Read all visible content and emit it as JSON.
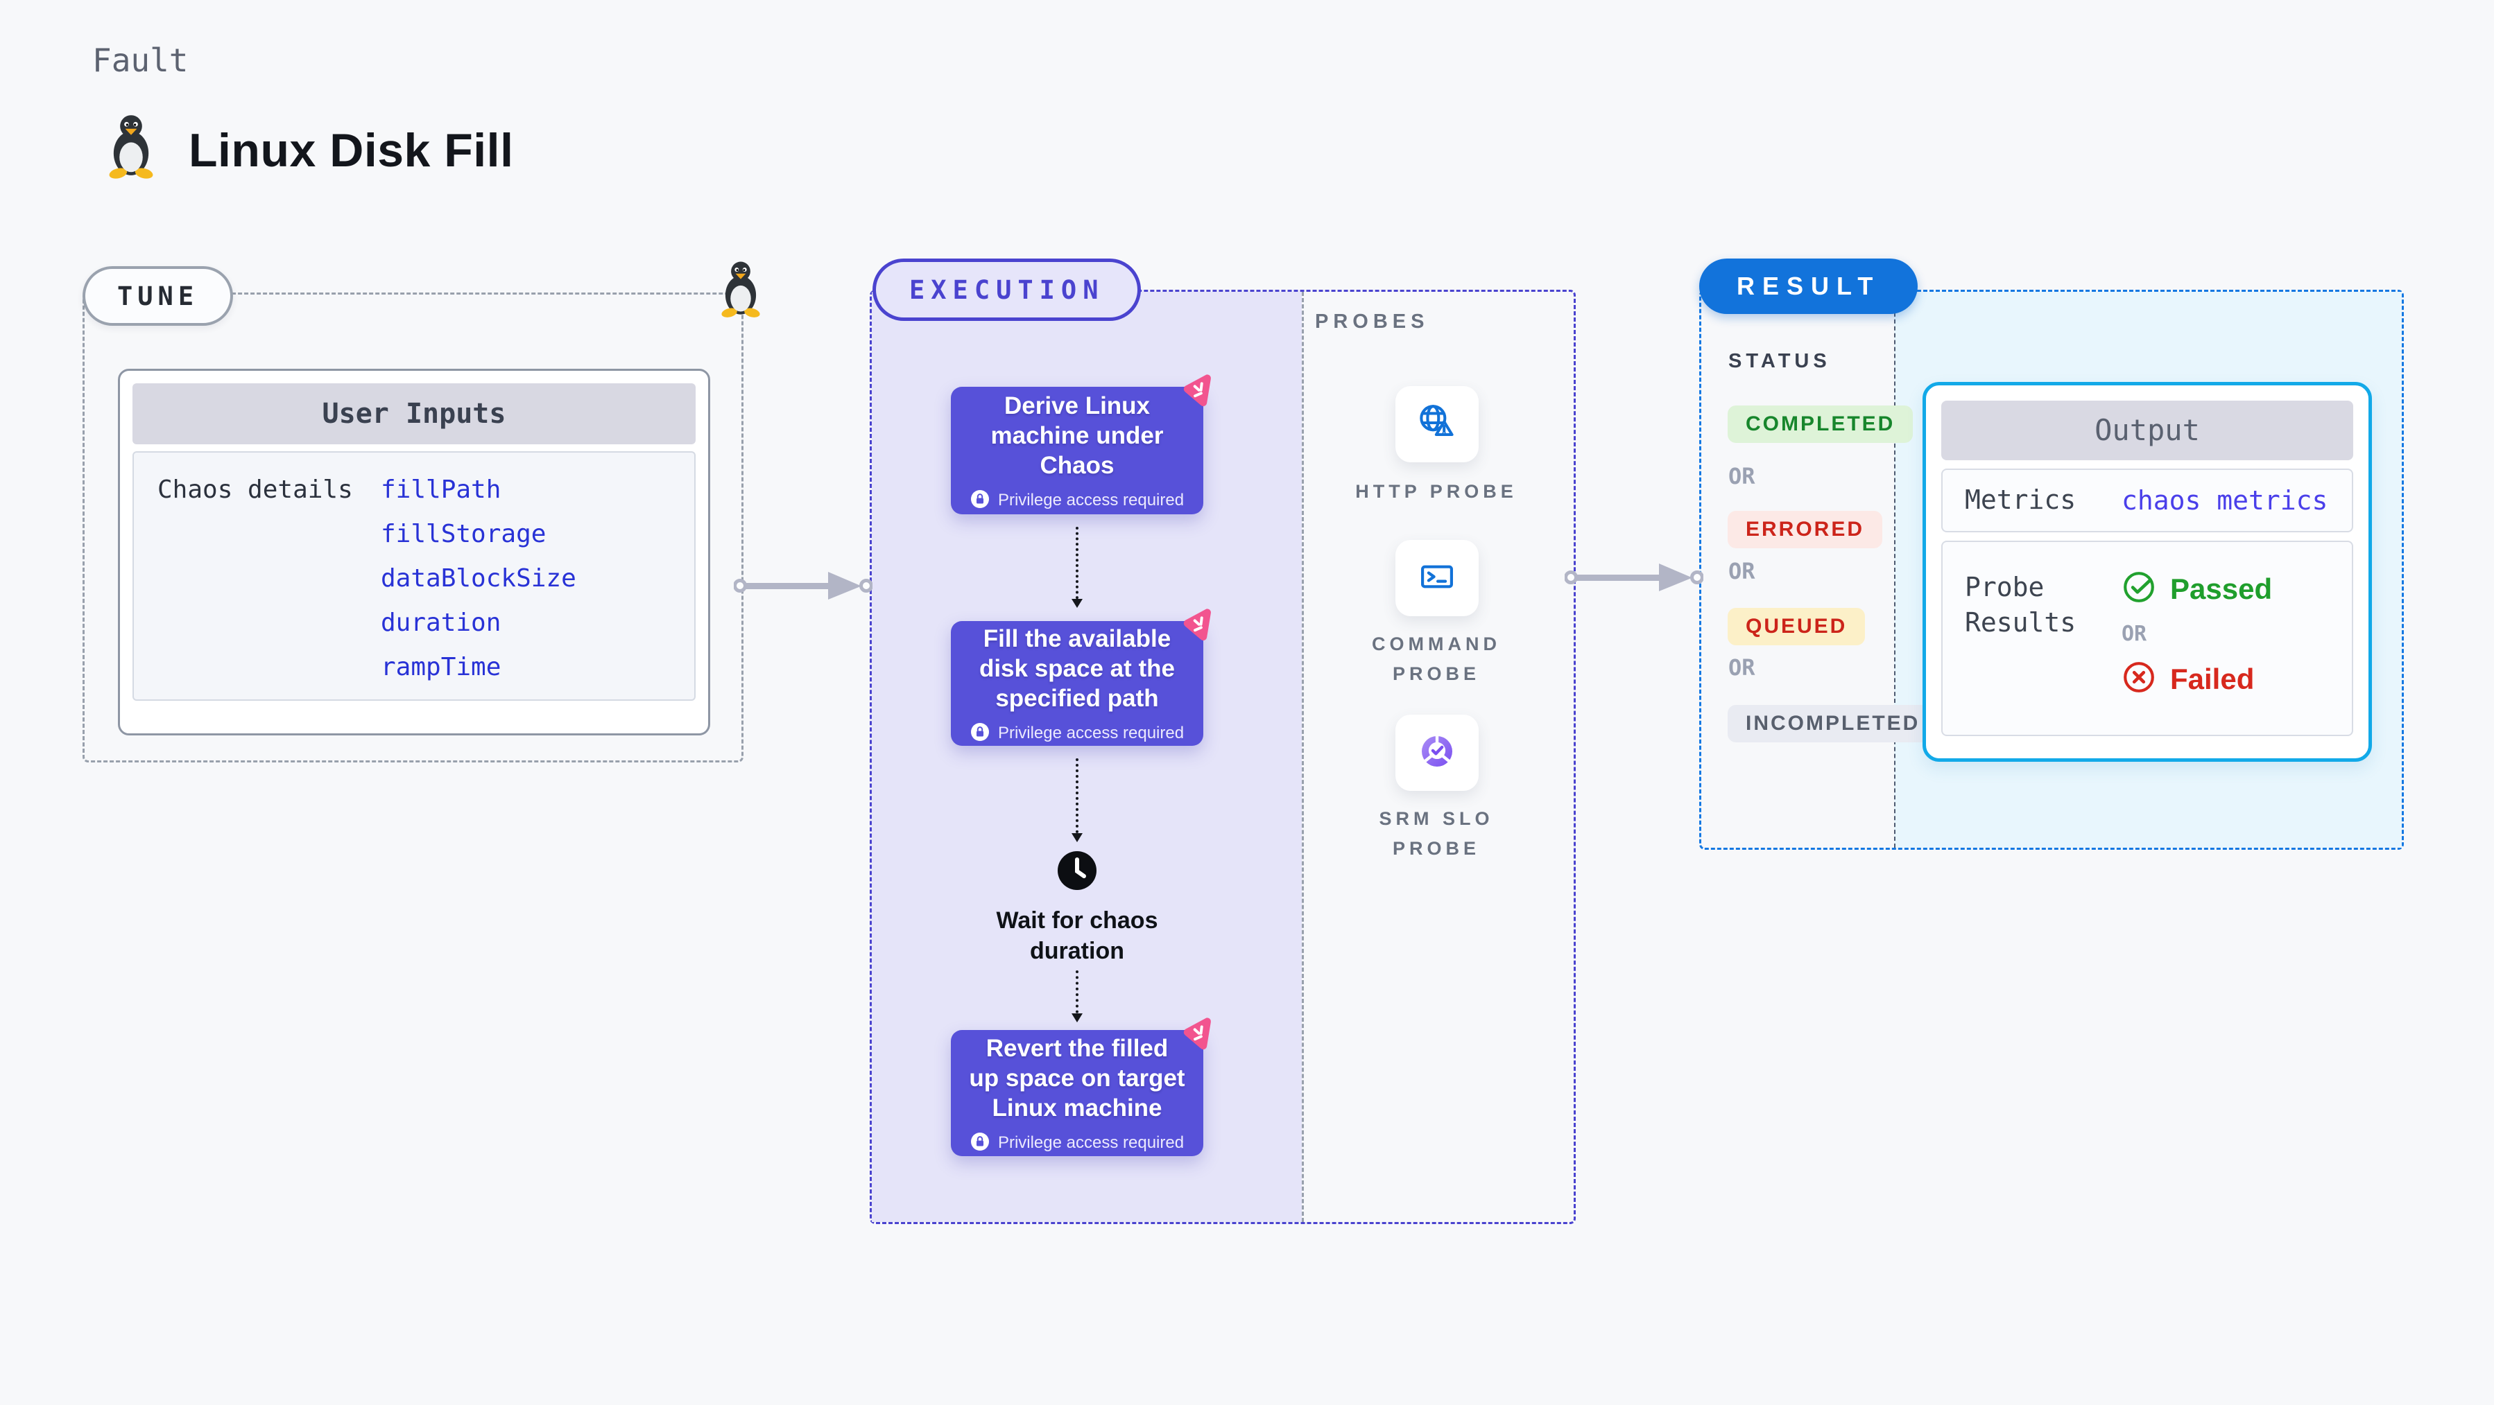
{
  "header": {
    "kicker": "Fault",
    "title": "Linux Disk Fill"
  },
  "tune": {
    "label": "TUNE",
    "card_title": "User Inputs",
    "row_label": "Chaos details",
    "inputs": [
      "fillPath",
      "fillStorage",
      "dataBlockSize",
      "duration",
      "rampTime"
    ]
  },
  "execution": {
    "label": "EXECUTION",
    "privilege_note": "Privilege access required",
    "steps": [
      {
        "title": "Derive Linux machine under Chaos"
      },
      {
        "title": "Fill the available disk space at the specified path"
      },
      {
        "title": "Revert the filled up space on target Linux machine"
      }
    ],
    "wait_label": "Wait for chaos duration"
  },
  "probes": {
    "label": "PROBES",
    "items": [
      {
        "label": "HTTP PROBE",
        "icon": "globe-warning-icon"
      },
      {
        "label": "COMMAND PROBE",
        "icon": "terminal-icon"
      },
      {
        "label": "SRM SLO PROBE",
        "icon": "donut-check-icon"
      }
    ]
  },
  "result": {
    "label": "RESULT",
    "status_heading": "STATUS",
    "or_label": "OR",
    "statuses": [
      {
        "label": "COMPLETED",
        "fg": "#17862c",
        "bg": "#def3d8"
      },
      {
        "label": "ERRORED",
        "fg": "#cc241a",
        "bg": "#fce9e6"
      },
      {
        "label": "QUEUED",
        "fg": "#cc241a",
        "bg": "#fcf0c8"
      },
      {
        "label": "INCOMPLETED",
        "fg": "#585f6d",
        "bg": "#e9ebf2"
      }
    ],
    "output": {
      "title": "Output",
      "metrics_label": "Metrics",
      "metrics_value": "chaos metrics",
      "probe_results_label": "Probe Results",
      "passed_label": "Passed",
      "failed_label": "Failed"
    }
  },
  "colors": {
    "page_bg": "#f7f8fa",
    "step_card_purple": "#5751d9",
    "execution_accent": "#4a43cf",
    "execution_bg": "#e5e4f9",
    "result_accent": "#1273db",
    "output_border_cyan": "#12a9e8",
    "result_bg_tint": "#e8f6fd",
    "link_blue": "#2832d6",
    "passed_green": "#1f9e2c",
    "failed_red": "#d7281d",
    "chaos_pink": "#f2548f",
    "probe_icon_blue": "#1272d8"
  }
}
